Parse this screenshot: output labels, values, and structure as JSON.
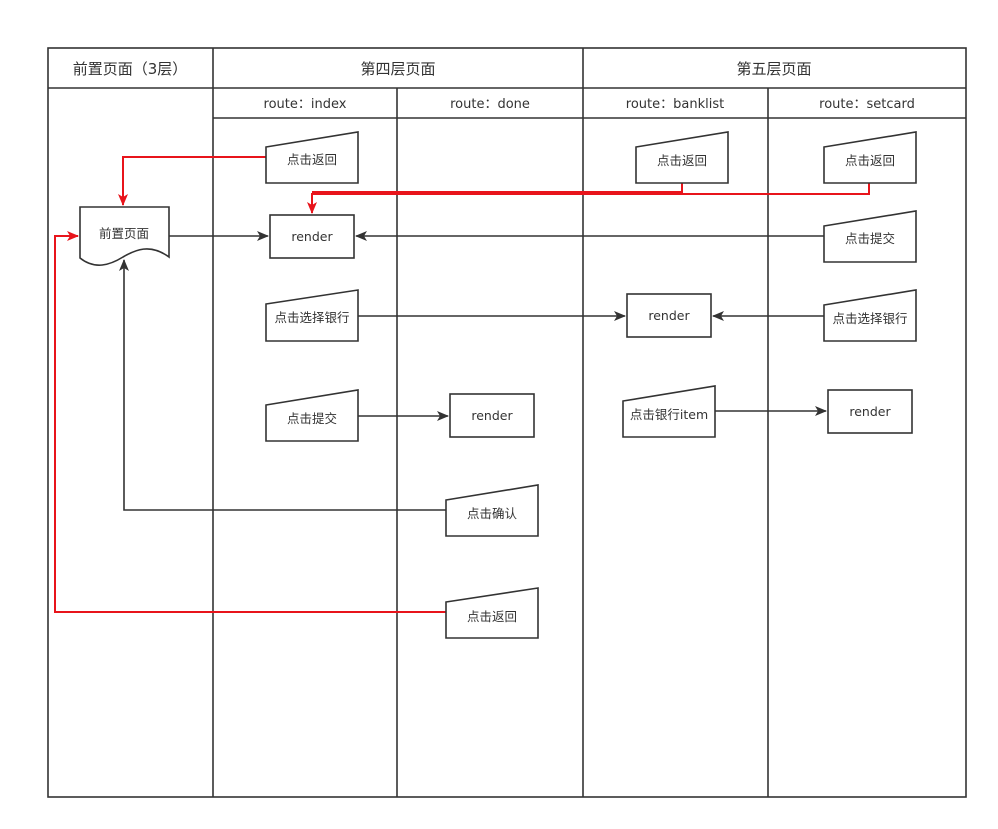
{
  "headers": {
    "front": "前置页面（3层）",
    "layer4": "第四层页面",
    "layer5": "第五层页面"
  },
  "routes": {
    "index": "route：index",
    "done": "route：done",
    "banklist": "route：banklist",
    "setcard": "route：setcard"
  },
  "nodes": {
    "front_page": "前置页面",
    "index_back": "点击返回",
    "index_render": "render",
    "index_select_bank": "点击选择银行",
    "index_submit": "点击提交",
    "done_render": "render",
    "done_confirm": "点击确认",
    "done_back": "点击返回",
    "banklist_back": "点击返回",
    "banklist_render": "render",
    "banklist_item": "点击银行item",
    "setcard_back": "点击返回",
    "setcard_submit": "点击提交",
    "setcard_select_bank": "点击选择银行",
    "setcard_render": "render"
  },
  "colors": {
    "line": "#333333",
    "back_flow": "#e8141b",
    "node_fill": "#ffffff"
  }
}
